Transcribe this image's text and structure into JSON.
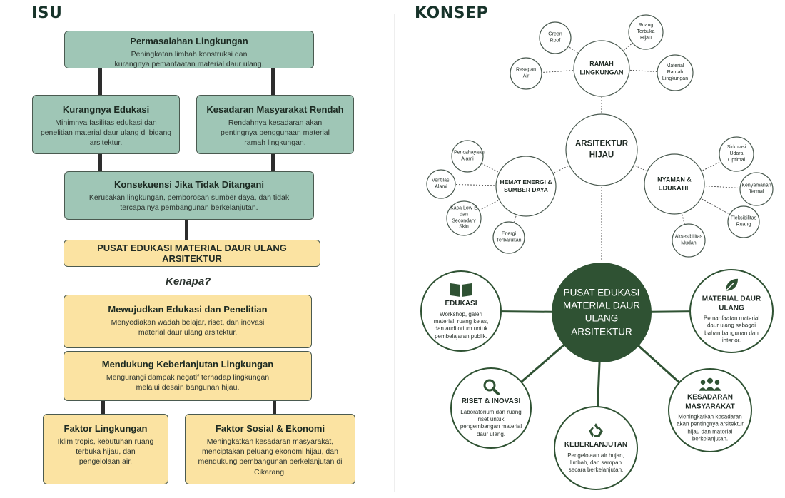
{
  "isu": {
    "heading": "ISU",
    "permasalahan": {
      "title": "Permasalahan Lingkungan",
      "desc": "Peningkatan limbah konstruksi dan kurangnya pemanfaatan material daur ulang."
    },
    "kurang_edukasi": {
      "title": "Kurangnya Edukasi",
      "desc": "Minimnya fasilitas edukasi dan penelitian material daur ulang di bidang arsitektur."
    },
    "kesadaran_rendah": {
      "title": "Kesadaran Masyarakat Rendah",
      "desc": "Rendahnya kesadaran akan pentingnya penggunaan material ramah lingkungan."
    },
    "konsekuensi": {
      "title": "Konsekuensi Jika Tidak Ditangani",
      "desc": "Kerusakan lingkungan, pemborosan sumber daya, dan tidak tercapainya pembangunan berkelanjutan."
    },
    "pusat": "PUSAT EDUKASI MATERIAL DAUR ULANG ARSITEKTUR",
    "kenapa": "Kenapa?",
    "mewujudkan": {
      "title": "Mewujudkan Edukasi dan Penelitian",
      "desc": "Menyediakan wadah belajar, riset, dan inovasi material daur ulang arsitektur."
    },
    "mendukung": {
      "title": "Mendukung Keberlanjutan Lingkungan",
      "desc": "Mengurangi dampak negatif terhadap lingkungan melalui desain bangunan hijau."
    },
    "faktor_lingkungan": {
      "title": "Faktor Lingkungan",
      "desc": "Iklim tropis, kebutuhan ruang terbuka hijau, dan pengelolaan air."
    },
    "faktor_sosial": {
      "title": "Faktor Sosial & Ekonomi",
      "desc": "Meningkatkan kesadaran masyarakat, menciptakan peluang ekonomi hijau, dan mendukung pembangunan berkelanjutan di Cikarang."
    }
  },
  "konsep": {
    "heading": "KONSEP",
    "ramah": "RAMAH LINGKUNGAN",
    "ramah_leaves": {
      "green_roof": "Green Roof",
      "ruang_terbuka": "Ruang Terbuka Hijau",
      "resapan": "Resapan Air",
      "material_ramah": "Material Ramah Lingkungan"
    },
    "arsitektur": "ARSITEKTUR HIJAU",
    "hemat": "HEMAT ENERGI & SUMBER DAYA",
    "hemat_leaves": {
      "pencahayaan": "Pencahayaan Alami",
      "ventilasi": "Ventilasi Alami",
      "kaca": "Kaca Low-E dan Secondary Skin",
      "energi": "Energi Terbarukan"
    },
    "nyaman": "NYAMAN & EDUKATIF",
    "nyaman_leaves": {
      "sirkulasi": "Sirkulasi Udara Optimal",
      "kenyamanan": "Kenyamanan Termal",
      "fleksibilitas": "Fleksibilitas Ruang",
      "aksesibilitas": "Aksesibilitas Mudah"
    },
    "center": "PUSAT EDUKASI MATERIAL DAUR ULANG ARSITEKTUR",
    "edukasi": {
      "title": "EDUKASI",
      "desc": "Workshop, galeri material, ruang kelas, dan auditorium untuk pembelajaran publik."
    },
    "material": {
      "title": "MATERIAL DAUR ULANG",
      "desc": "Pemanfaatan material daur ulang sebagai bahan bangunan dan interior."
    },
    "riset": {
      "title": "RISET & INOVASI",
      "desc": "Laboratorium dan ruang riset untuk pengembangan material daur ulang."
    },
    "keberlanjutan": {
      "title": "KEBERLANJUTAN",
      "desc": "Pengelolaan air hujan, limbah, dan sampah secara berkelanjutan."
    },
    "kesadaran": {
      "title": "KESADARAN MASYARAKAT",
      "desc": "Meningkatkan kesadaran akan pentingnya arsitektur hijau dan material berkelanjutan."
    }
  },
  "colors": {
    "green_box": "#9fc6b6",
    "yellow_box": "#fbe3a2",
    "dark_green": "#2f5233",
    "heading": "#17332a"
  },
  "icons": [
    "book-icon",
    "leaf-icon",
    "magnifier-icon",
    "recycle-icon",
    "people-icon"
  ]
}
